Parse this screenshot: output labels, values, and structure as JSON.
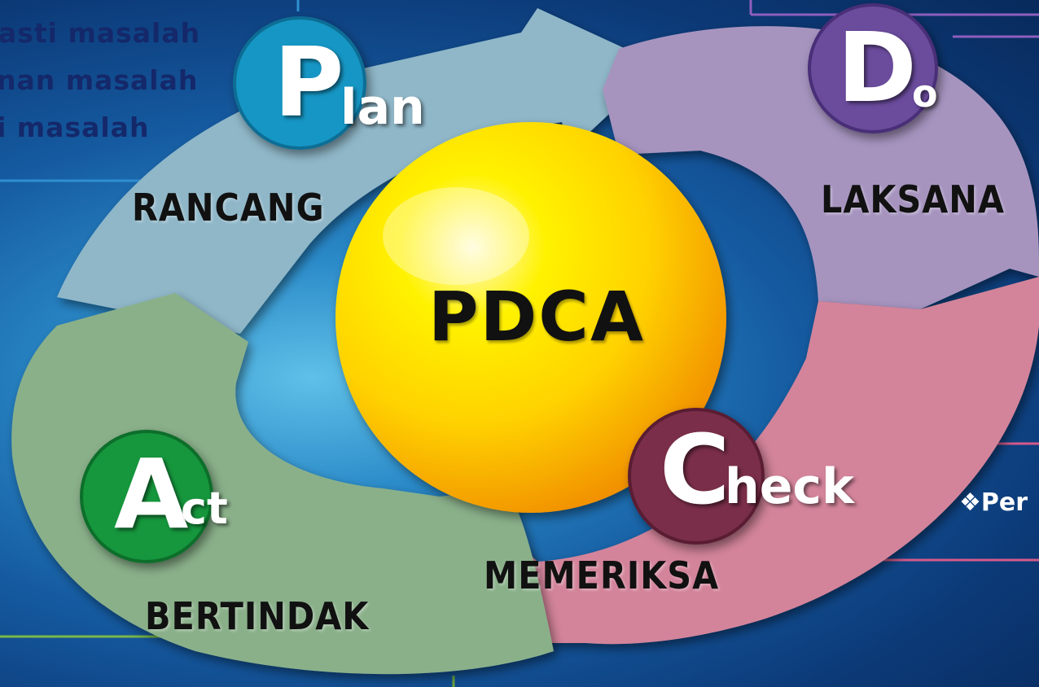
{
  "side_text": [
    "asti masalah",
    "nan masalah",
    "i masalah"
  ],
  "center": "PDCA",
  "steps": [
    {
      "letter": "P",
      "rest": "lan",
      "label": "RANCANG",
      "color": "#8fb7c8",
      "badge_color": "#1596c4"
    },
    {
      "letter": "D",
      "rest": "o",
      "label": "LAKSANA",
      "color": "#a694bf",
      "badge_color": "#6a4c9c"
    },
    {
      "letter": "C",
      "rest": "heck",
      "label": "MEMERIKSA",
      "color": "#d3849a",
      "badge_color": "#7a2f48"
    },
    {
      "letter": "A",
      "rest": "ct",
      "label": "BERTINDAK",
      "color": "#8ab08a",
      "badge_color": "#12963c"
    }
  ],
  "right_text": "❖Per"
}
